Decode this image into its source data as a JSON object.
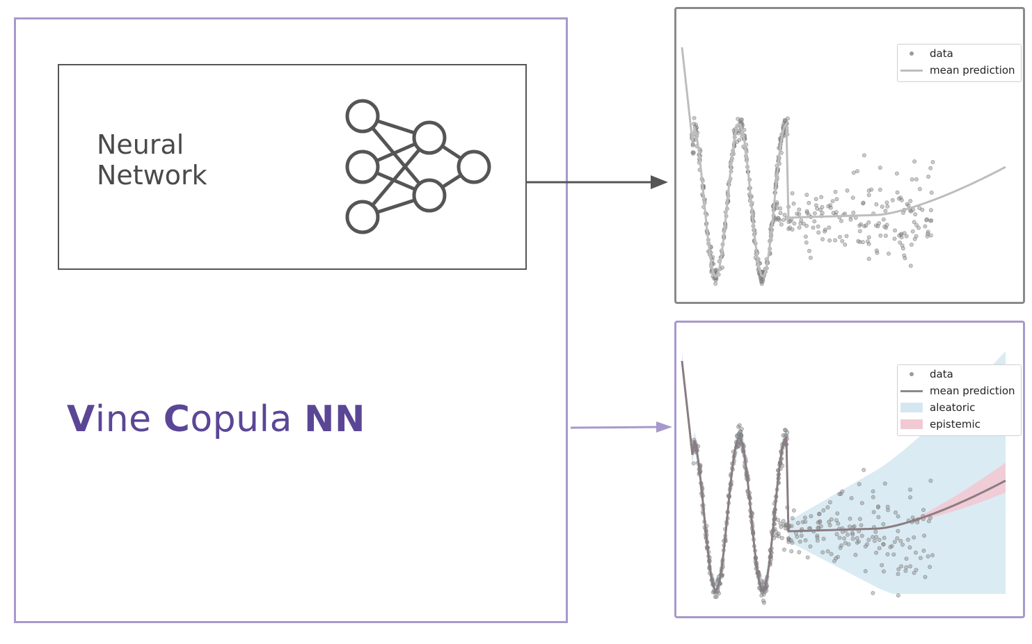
{
  "nn_label": {
    "line1": "Neural",
    "line2": "Network"
  },
  "title": {
    "v": "V",
    "ine": "ine ",
    "c": "C",
    "opula": "opula ",
    "nn": "NN"
  },
  "legend_top": {
    "data": "data",
    "mean": "mean prediction"
  },
  "legend_bottom": {
    "data": "data",
    "mean": "mean prediction",
    "aleatoric": "aleatoric",
    "epistemic": "epistemic"
  },
  "colors": {
    "purple_border": "#a799cc",
    "title_purple": "#5b4696",
    "dark_gray": "#555555",
    "point_gray": "#808080",
    "mean_line_top": "#bdbdbd",
    "mean_line_bottom": "#8a7c82",
    "aleatoric": "#d4e7f1",
    "epistemic": "#f2c9d3"
  },
  "icons": [
    "neural-network-icon",
    "arrow-right-icon"
  ]
}
